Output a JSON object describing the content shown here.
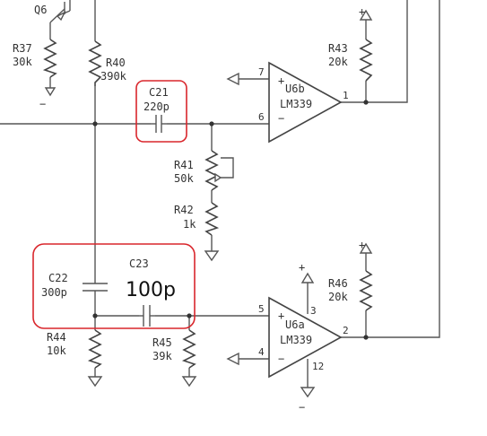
{
  "components": {
    "q6": {
      "type": "npn",
      "ref": "Q6"
    },
    "r37": {
      "ref": "R37",
      "value": "30k"
    },
    "r40": {
      "ref": "R40",
      "value": "390k"
    },
    "r41": {
      "ref": "R41",
      "value": "50k"
    },
    "r42": {
      "ref": "R42",
      "value": "1k"
    },
    "r43": {
      "ref": "R43",
      "value": "20k"
    },
    "r44": {
      "ref": "R44",
      "value": "10k"
    },
    "r45": {
      "ref": "R45",
      "value": "39k"
    },
    "r46": {
      "ref": "R46",
      "value": "20k"
    },
    "c21": {
      "ref": "C21",
      "value": "220p"
    },
    "c22": {
      "ref": "C22",
      "value": "300p"
    },
    "c23": {
      "ref": "C23",
      "value": "100p"
    },
    "u6b": {
      "ref": "U6b",
      "part": "LM339",
      "plus": "+",
      "minus": "−",
      "pins": {
        "in_a": "7",
        "in_b": "6",
        "out": "1"
      }
    },
    "u6a": {
      "ref": "U6a",
      "part": "LM339",
      "plus": "+",
      "minus": "−",
      "pins": {
        "in_plus": "5",
        "in_minus": "4",
        "out": "2",
        "vcc": "3",
        "gnd": "12"
      }
    }
  },
  "supplies": {
    "plus_symbol": "+",
    "minus_symbol": "−"
  },
  "highlights": {
    "color": "#d9262c"
  }
}
